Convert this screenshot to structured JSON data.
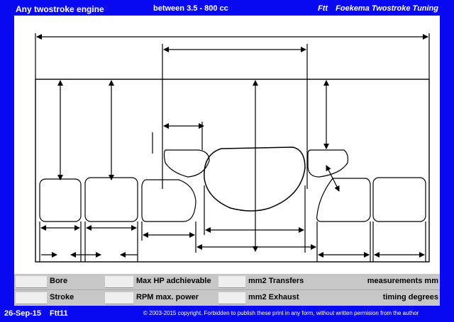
{
  "header": {
    "title": "Any twostroke engine",
    "range": "between 3.5 - 800 cc",
    "brand_short": "Ftt",
    "brand_name": "Foekema Twostroke Tuning"
  },
  "form": {
    "row1": {
      "bore_label": "Bore",
      "bore_value": "",
      "maxhp_label": "Max HP adchievable",
      "maxhp_value": "",
      "transfers_label": "mm2 Transfers",
      "transfers_value": "",
      "units_note": "measurements mm"
    },
    "row2": {
      "stroke_label": "Stroke",
      "stroke_value": "",
      "rpm_label": "RPM max. power",
      "rpm_value": "",
      "exhaust_label": "mm2 Exhaust",
      "exhaust_value": "",
      "timing_note": "timing degrees"
    }
  },
  "footer": {
    "date": "26-Sep-15",
    "code": "Ftt11",
    "copyright": "© 2003-2015 copyright.   Forbidden to publish these print in any form, without written permision from the author"
  },
  "colors": {
    "frame": "#0a0af2",
    "panel": "#c7c7c7",
    "field": "#eeeeee",
    "line": "#000000"
  }
}
